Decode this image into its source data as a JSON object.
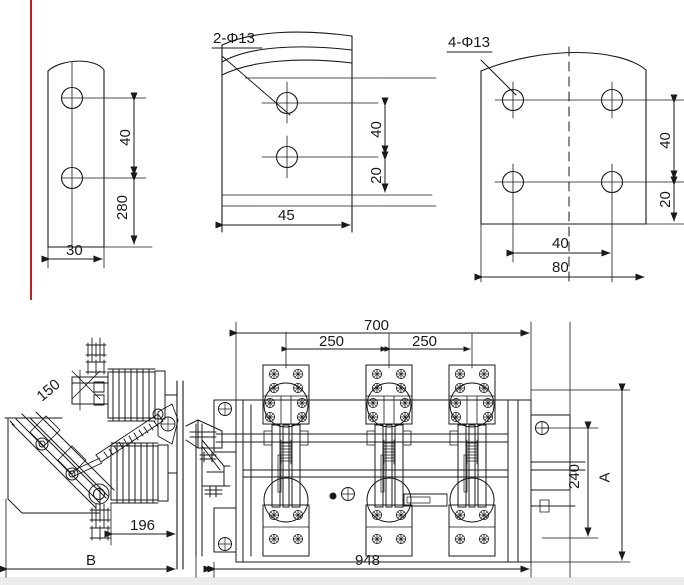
{
  "document": {
    "type": "engineering-drawing",
    "title": "Outdoor high-voltage load break switch - mounting bracket details and assembly",
    "background_color": "#ffffff",
    "line_color": "#1a1a1a",
    "accent_color": "#c0211f"
  },
  "views": {
    "detail_left": {
      "name": "single-hole-bracket-detail",
      "callout": "",
      "dims": {
        "width": "30",
        "hole_pitch": "40",
        "bottom_offset": "280"
      }
    },
    "detail_middle": {
      "name": "two-hole-bracket-detail",
      "callout": "2-Φ13",
      "dims": {
        "width": "45",
        "hole_pitch": "40",
        "bottom_offset": "20"
      }
    },
    "detail_right": {
      "name": "four-hole-bracket-detail",
      "callout": "4-Φ13",
      "dims": {
        "hole_pitch_h": "40",
        "width": "80",
        "hole_pitch_v": "40",
        "bottom_offset": "20"
      }
    },
    "assembly_side": {
      "name": "side-elevation-assembly",
      "dims": {
        "arm_length": "150",
        "depth": "196",
        "overall": "B"
      }
    },
    "assembly_front": {
      "name": "front-elevation-assembly",
      "dims": {
        "pole_span_total": "700",
        "pole_pitch_1": "250",
        "pole_pitch_2": "250",
        "frame_width": "948",
        "height_inner": "240",
        "height_overall": "A"
      }
    }
  },
  "labels": {
    "dia13_x2": "2-Φ13",
    "dia13_x4": "4-Φ13",
    "d30": "30",
    "d40": "40",
    "d280": "280",
    "d45": "45",
    "d20": "20",
    "d80": "80",
    "d150": "150",
    "d196": "196",
    "dB": "B",
    "d700": "700",
    "d250": "250",
    "d948": "948",
    "d240": "240",
    "dA": "A"
  }
}
